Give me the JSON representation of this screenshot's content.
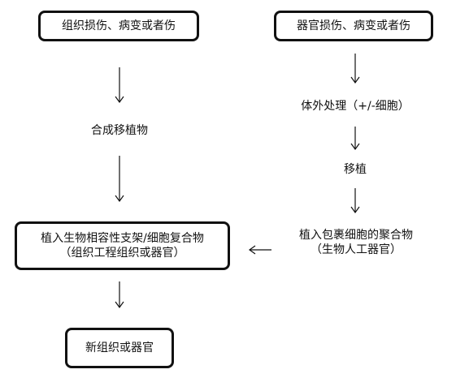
{
  "left_flow": {
    "start_box": "组织损伤、病变或者伤",
    "step_2": "合成移植物",
    "main_box_line_1": "植入生物相容性支架/细胞复合物",
    "main_box_line_2": "（组织工程组织或器官）",
    "end_box": "新组织或器官"
  },
  "right_flow": {
    "start_box": "器官损伤、病变或者伤",
    "step_2": "体外处理（+/-细胞）",
    "step_3": "移植",
    "step_4_line_1": "植入包裹细胞的聚合物",
    "step_4_line_2": "（生物人工器官）"
  }
}
